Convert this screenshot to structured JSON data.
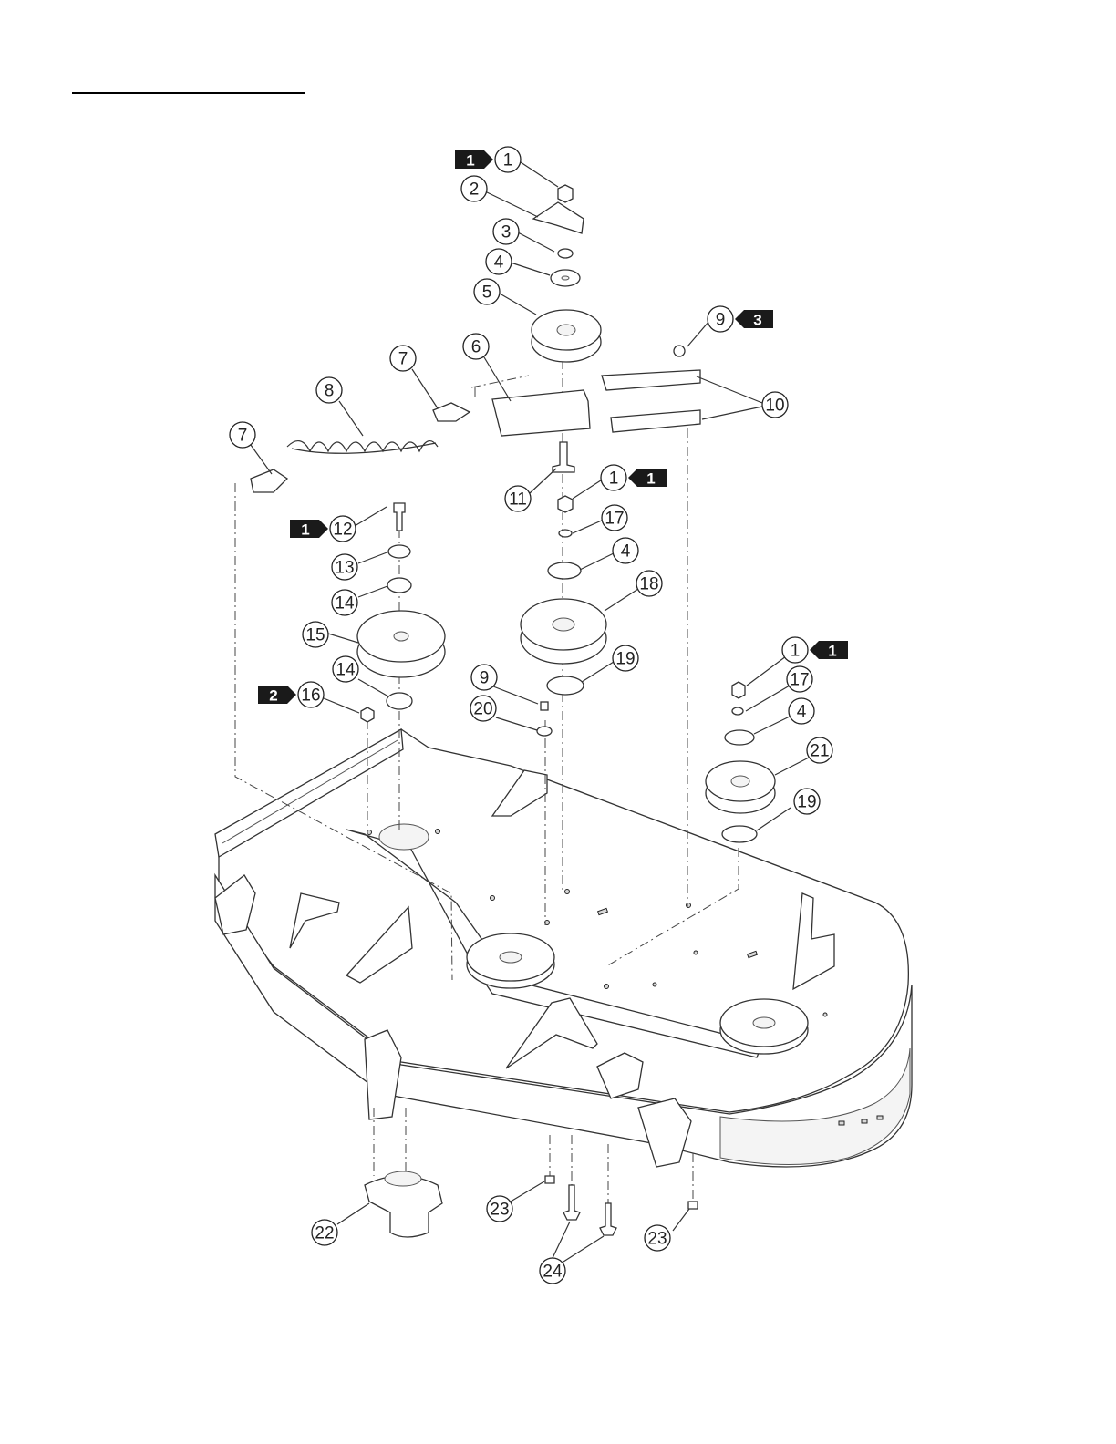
{
  "diagram": {
    "callouts": [
      {
        "num": "1",
        "badge": "1"
      },
      {
        "num": "2"
      },
      {
        "num": "3"
      },
      {
        "num": "4"
      },
      {
        "num": "5"
      },
      {
        "num": "6"
      },
      {
        "num": "7"
      },
      {
        "num": "7"
      },
      {
        "num": "8"
      },
      {
        "num": "9",
        "badge": "3"
      },
      {
        "num": "10"
      },
      {
        "num": "11"
      },
      {
        "num": "1",
        "badge": "1"
      },
      {
        "num": "12",
        "badge": "1"
      },
      {
        "num": "17"
      },
      {
        "num": "4"
      },
      {
        "num": "13"
      },
      {
        "num": "14"
      },
      {
        "num": "18"
      },
      {
        "num": "15"
      },
      {
        "num": "19"
      },
      {
        "num": "14"
      },
      {
        "num": "9"
      },
      {
        "num": "16",
        "badge": "2"
      },
      {
        "num": "20"
      },
      {
        "num": "1",
        "badge": "1"
      },
      {
        "num": "17"
      },
      {
        "num": "4"
      },
      {
        "num": "21"
      },
      {
        "num": "19"
      },
      {
        "num": "22"
      },
      {
        "num": "23"
      },
      {
        "num": "23"
      },
      {
        "num": "24"
      }
    ]
  }
}
